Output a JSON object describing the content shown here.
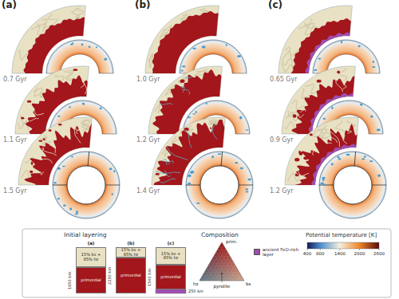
{
  "diagram": {
    "nodes": [
      {
        "text": [
          "15% bs + 85% hz"
        ]
      },
      {
        "text": [
          "primordial"
        ]
      },
      {
        "text": [
          "15% bs + 85% hz"
        ]
      },
      {
        "text": [
          "primordial"
        ]
      },
      {
        "text": [
          "15% bs + 85% hz"
        ]
      },
      {
        "text": [
          "primordial"
        ]
      }
    ],
    "labels": [
      "(a)",
      "(b)",
      "(c)",
      "0.7 Gyr",
      "1.1 Gyr",
      "1.5 Gyr",
      "1.0 Gyr",
      "1.2 Gyr",
      "1.4 Gyr",
      "0.65 Gyr",
      "0.9 Gyr",
      "1.2 Gyr",
      "Initial layering",
      "(a)",
      "(b)",
      "(c)",
      "1650 km",
      "2230 km",
      "1540 km",
      "250 km",
      "Composition",
      "prim.",
      "hz",
      "pyrolite",
      "bs",
      "Potential temperature [K]",
      "400",
      "800",
      "1400",
      "2000",
      "2600"
    ],
    "legend": [
      {
        "text": "ancient FeO-rich layer",
        "color": "#a04db0"
      }
    ]
  }
}
